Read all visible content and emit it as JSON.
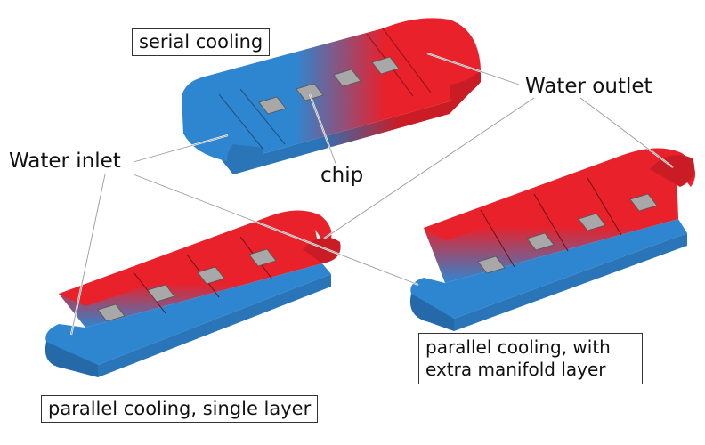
{
  "labels": {
    "serial": "serial cooling",
    "outlet": "Water outlet",
    "inlet": "Water inlet",
    "chip": "chip",
    "parallel_single": "parallel cooling, single layer",
    "parallel_manifold": "parallel cooling, with extra manifold layer"
  },
  "colors": {
    "inlet_blue": "#2f86d0",
    "outlet_red": "#e8212b",
    "chip_gray": "#a8a8a8"
  }
}
